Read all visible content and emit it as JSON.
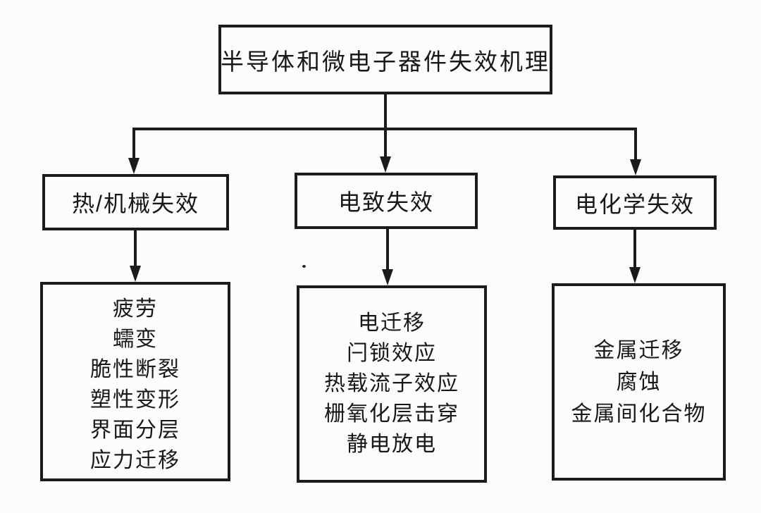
{
  "diagram": {
    "title": "半导体和微电子器件失效机理",
    "root": {
      "label": "半导体和微电子器件失效机理"
    },
    "branches": [
      {
        "label": "热/机械失效",
        "items": [
          "疲劳",
          "蠕变",
          "脆性断裂",
          "塑性变形",
          "界面分层",
          "应力迁移"
        ]
      },
      {
        "label": "电致失效",
        "items": [
          "电迁移",
          "闩锁效应",
          "热载流子效应",
          "栅氧化层击穿",
          "静电放电"
        ]
      },
      {
        "label": "电化学失效",
        "items": [
          "金属迁移",
          "腐蚀",
          "金属间化合物"
        ]
      }
    ],
    "colors": {
      "line": "#1b1b1b",
      "background": "#fcfcfc",
      "text": "#181818"
    }
  }
}
